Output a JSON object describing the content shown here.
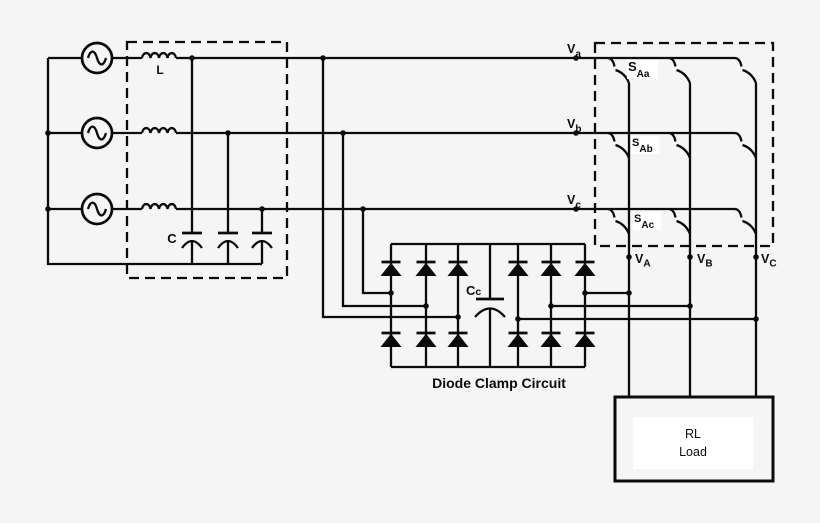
{
  "diagram": {
    "background": "#f5f5f6",
    "line_color": "#0b0b0b",
    "source_section": {
      "inductor_label": "L",
      "capacitor_label": "C"
    },
    "phase_labels": [
      {
        "base": "V",
        "sub": "a"
      },
      {
        "base": "V",
        "sub": "b"
      },
      {
        "base": "V",
        "sub": "c"
      }
    ],
    "switch_labels": [
      {
        "base": "S",
        "sub": "Aa"
      },
      {
        "base": "S",
        "sub": "Ab"
      },
      {
        "base": "S",
        "sub": "Ac"
      }
    ],
    "output_labels": [
      {
        "base": "V",
        "sub": "A"
      },
      {
        "base": "V",
        "sub": "B"
      },
      {
        "base": "V",
        "sub": "C"
      }
    ],
    "clamp": {
      "title": "Diode Clamp Circuit",
      "cap_base": "C",
      "cap_sub": "c"
    },
    "load": {
      "line1": "RL",
      "line2": "Load"
    }
  }
}
